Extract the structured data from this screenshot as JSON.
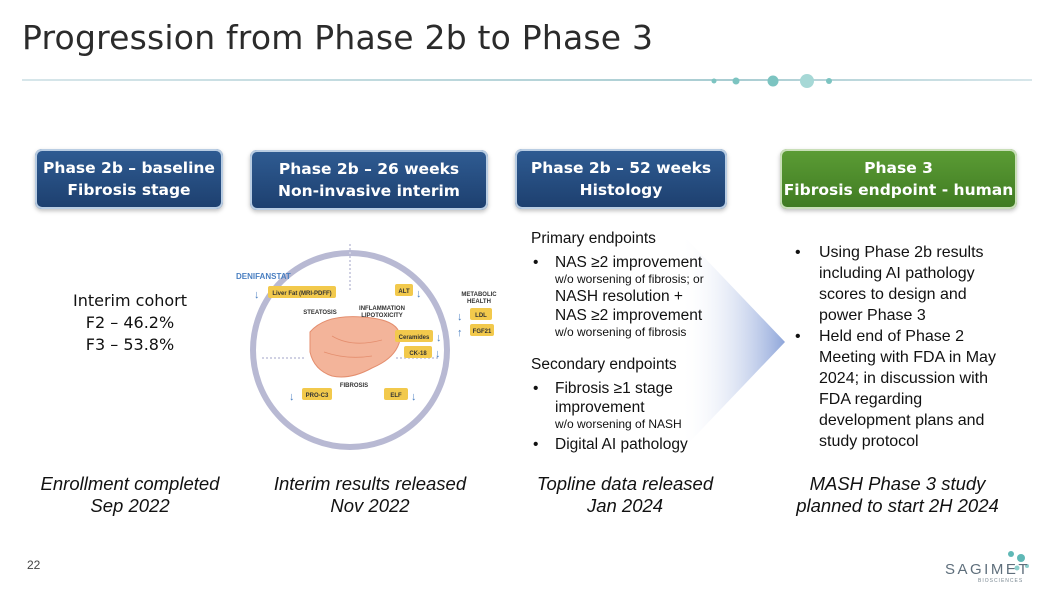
{
  "slide": {
    "title": "Progression from Phase 2b to Phase 3",
    "page_number": "22"
  },
  "phases": [
    {
      "line1": "Phase 2b – baseline",
      "line2": "Fibrosis stage",
      "color": "#1d3f6e"
    },
    {
      "line1": "Phase 2b – 26 weeks",
      "line2": "Non-invasive interim",
      "color": "#1d3f6e"
    },
    {
      "line1": "Phase 2b – 52 weeks",
      "line2": "Histology",
      "color": "#1d3f6e"
    },
    {
      "line1": "Phase 3",
      "line2": "Fibrosis endpoint - human",
      "color": "#3f7a22"
    }
  ],
  "cohort": {
    "line1": "Interim cohort",
    "line2": "F2 – 46.2%",
    "line3": "F3 – 53.8%"
  },
  "diagram": {
    "drug_label": "DENIFANSTAT",
    "liver_fat": "Liver Fat (MRI-PDFF)",
    "alt": "ALT",
    "steatosis": "STEATOSIS",
    "inflammation_1": "INFLAMMATION",
    "inflammation_2": "LIPOTOXICITY",
    "ceramides": "Ceramides",
    "ck18": "CK-18",
    "fibrosis": "FIBROSIS",
    "proc3": "PRO-C3",
    "elf": "ELF",
    "metabolic_1": "METABOLIC",
    "metabolic_2": "HEALTH",
    "ldl": "LDL",
    "fgf21": "FGF21"
  },
  "endpoints": {
    "primary_header": "Primary endpoints",
    "primary_1a": "NAS ≥2 improvement",
    "primary_1b": "w/o worsening of fibrosis; or",
    "primary_1c": "NASH resolution +",
    "primary_1d": "NAS ≥2 improvement",
    "primary_1e": "w/o worsening of fibrosis",
    "secondary_header": "Secondary endpoints",
    "secondary_1a": "Fibrosis ≥1 stage",
    "secondary_1b": "improvement",
    "secondary_1c": "w/o worsening of NASH",
    "secondary_2": "Digital AI pathology"
  },
  "phase3_bullets": [
    "Using Phase 2b results including AI pathology scores to design and power Phase 3",
    "Held end of Phase 2 Meeting with FDA in May 2024; in discussion with FDA regarding development plans and study protocol"
  ],
  "milestones": [
    {
      "line1": "Enrollment completed",
      "line2": "Sep 2022"
    },
    {
      "line1": "Interim results released",
      "line2": "Nov 2022"
    },
    {
      "line1": "Topline data released",
      "line2": "Jan 2024"
    },
    {
      "line1": "MASH Phase 3 study",
      "line2": "planned to start 2H 2024"
    }
  ],
  "logo": {
    "name": "SAGIMET",
    "sub": "BIOSCIENCES"
  },
  "colors": {
    "blue_box": "#1d3f6e",
    "green_box": "#3f7a22",
    "accent_teal": "#5fb8b6",
    "yellow_tag": "#f2c94c"
  }
}
